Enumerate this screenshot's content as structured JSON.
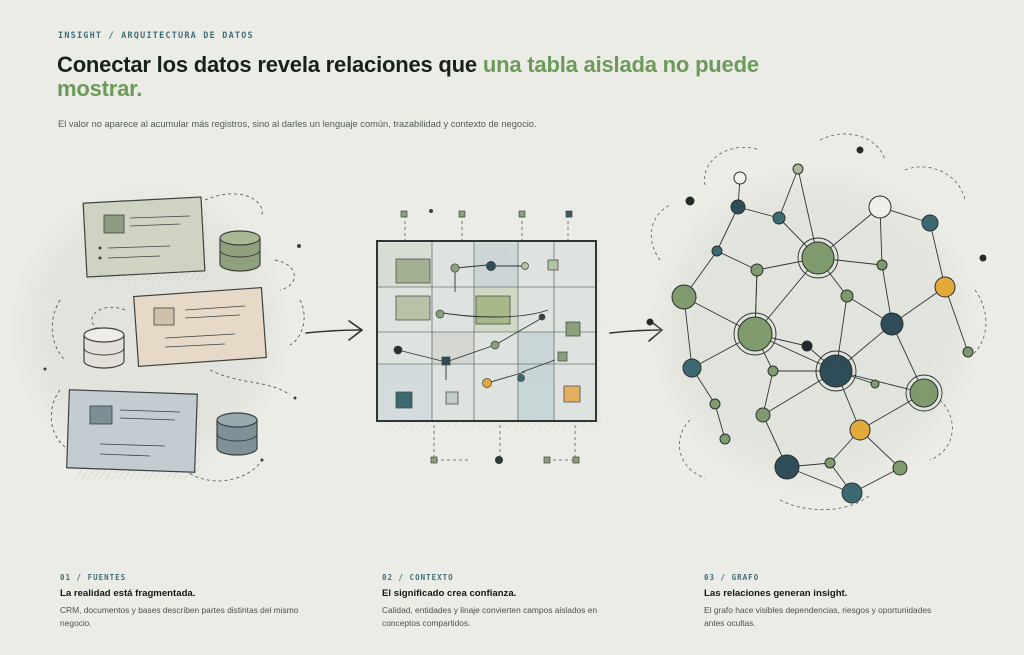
{
  "eyebrow": "INSIGHT / ARQUITECTURA DE DATOS",
  "title": {
    "prefix": "Conectar los datos revela relaciones que ",
    "highlight": "una tabla aislada no puede mostrar."
  },
  "lead": "El valor no aparece al acumular más registros, sino al darles un lenguaje común, trazabilidad y contexto de negocio.",
  "colors": {
    "accent_green": "#6b9a5a",
    "label_teal": "#3e6f78",
    "node_sage": "#7f9a6c",
    "node_navy": "#2f4d58",
    "node_teal": "#3d6a72",
    "node_amber": "#e3a93a"
  },
  "steps": [
    {
      "num": "01 / FUENTES",
      "heading": "La realidad está fragmentada.",
      "desc": "CRM, documentos y bases describen partes distintas del mismo negocio."
    },
    {
      "num": "02 / CONTEXTO",
      "heading": "El significado crea confianza.",
      "desc": "Calidad, entidades y linaje convierten campos aislados en conceptos compartidos."
    },
    {
      "num": "03 / GRAFO",
      "heading": "Las relaciones generan insight.",
      "desc": "El grafo hace visibles dependencias, riesgos y oportunidades antes ocultas."
    }
  ]
}
